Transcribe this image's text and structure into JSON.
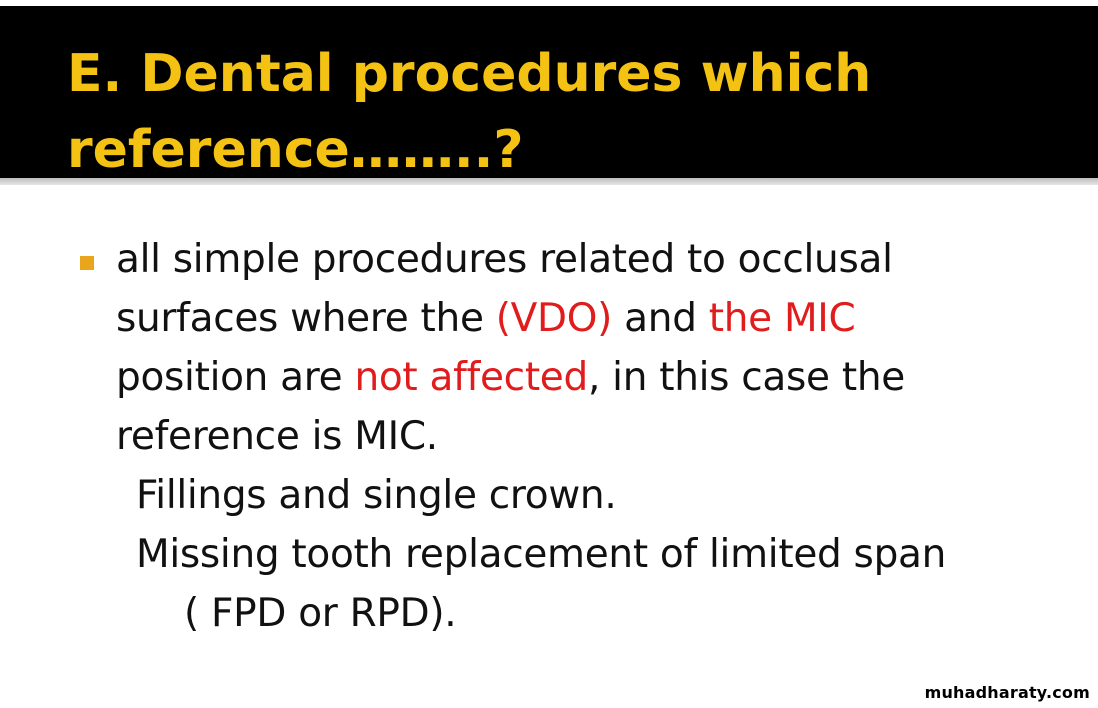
{
  "slide": {
    "title": "E. Dental procedures which reference……..?",
    "bullet": {
      "text_1": "all simple procedures related to occlusal surfaces where the  ",
      "highlight_1": "(VDO)",
      "text_2": " and ",
      "highlight_2": "the MIC",
      "text_3": " position are ",
      "highlight_3": "not affected",
      "text_4": ", in this case the reference is MIC."
    },
    "sub_items": [
      "Fillings and single crown.",
      "Missing tooth replacement of limited span"
    ],
    "sub_item_continuation": "( FPD or RPD)."
  },
  "watermark": "muhadharaty.com",
  "colors": {
    "title": "#f3c212",
    "title_bar": "#000000",
    "bullet": "#e9a51c",
    "highlight": "#e01c1c",
    "body_text": "#111111"
  }
}
